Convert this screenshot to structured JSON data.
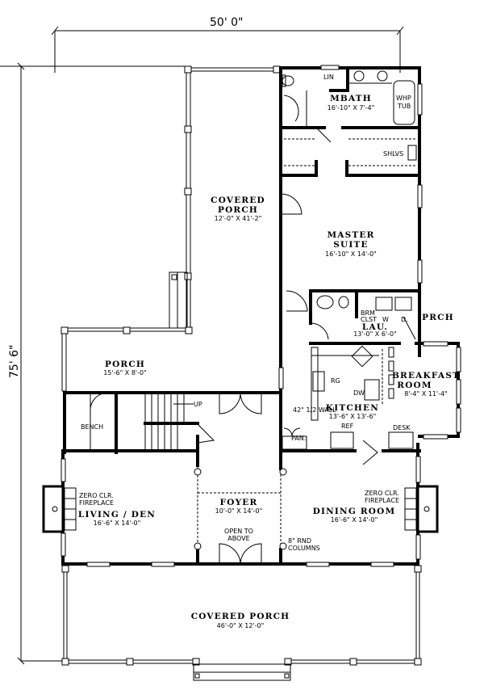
{
  "dimensions": {
    "width": "50' 0\"",
    "depth": "75' 6\""
  },
  "rooms": {
    "mbath": {
      "name": "MBATH",
      "size": "16'-10\" X 7'-4\""
    },
    "covered_porch_side": {
      "name_line1": "COVERED",
      "name_line2": "PORCH",
      "size": "12'-0\" X 41'-2\""
    },
    "master_suite": {
      "name_line1": "MASTER",
      "name_line2": "SUITE",
      "size": "16'-10\" X 14'-0\""
    },
    "lau": {
      "name": "LAU.",
      "size": "13'-0\" X 6'-0\""
    },
    "prch": {
      "name": "PRCH"
    },
    "porch": {
      "name": "PORCH",
      "size": "15'-6\" X 8'-0\""
    },
    "kitchen": {
      "name": "KITCHEN",
      "size": "13'-6\" X 13'-6\""
    },
    "breakfast": {
      "name_line1": "BREAKFAST",
      "name_line2": "ROOM",
      "size": "8'-4\" X 11'-4\""
    },
    "foyer": {
      "name": "FOYER",
      "size": "10'-0\" X 14'-0\""
    },
    "living": {
      "name": "LIVING / DEN",
      "size": "16'-6\" X 14'-0\""
    },
    "dining": {
      "name": "DINING ROOM",
      "size": "16'-6\" X 14'-0\""
    },
    "covered_porch_front": {
      "name": "COVERED PORCH",
      "size": "46'-0\" X 12'-0\""
    }
  },
  "labels": {
    "lin": "LIN",
    "whp_line1": "WHP",
    "whp_line2": "TUB",
    "shlvs": "SHLVS",
    "brm_line1": "BRM",
    "brm_line2": "CLST",
    "washer": "W",
    "dryer": "D.",
    "range": "RG",
    "dishwasher": "DW",
    "half_wall": "42\" 1/2 WALL",
    "pantry": "PAN.",
    "refrigerator": "REF",
    "desk": "DESK",
    "up": "UP",
    "bench": "BENCH",
    "fireplace_line1": "ZERO CLR.",
    "fireplace_line2": "FIREPLACE",
    "open_line1": "OPEN TO",
    "open_line2": "ABOVE",
    "columns_line1": "8\" RND",
    "columns_line2": "COLUMNS"
  }
}
